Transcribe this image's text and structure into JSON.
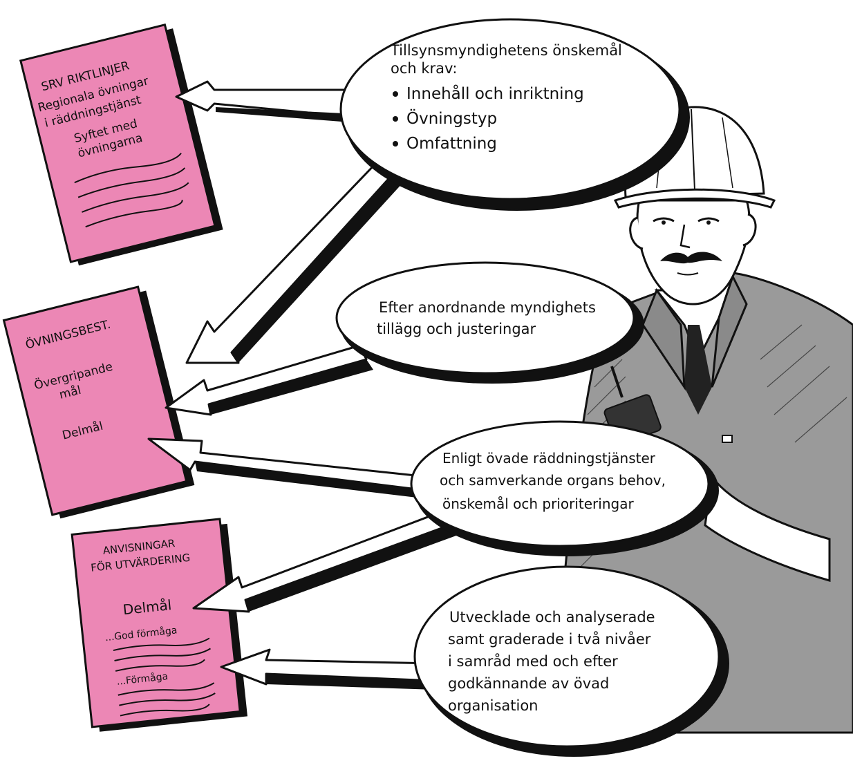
{
  "colors": {
    "doc_pink": "#ec87b5",
    "ink": "#111111",
    "coat_gray": "#9a9a9a",
    "paper": "#ffffff"
  },
  "documents": {
    "srv": {
      "title": "SRV RIKTLINJER",
      "line1": "Regionala övningar",
      "line2": "i räddningstjänst",
      "line3": "Syftet med",
      "line4": "övningarna"
    },
    "ovningsbest": {
      "title": "ÖVNINGSBEST.",
      "line1": "Övergripande",
      "line2": "mål",
      "line3": "Delmål"
    },
    "anvisningar": {
      "title1": "ANVISNINGAR",
      "title2": "FÖR UTVÄRDERING",
      "line1": "Delmål",
      "line2": "...God förmåga",
      "line3": "...Förmåga"
    }
  },
  "bubbles": {
    "b1": {
      "line1": "Tillsynsmyndighetens önskemål",
      "line2": "och krav:",
      "bullet1": "Innehåll och inriktning",
      "bullet2": "Övningstyp",
      "bullet3": "Omfattning"
    },
    "b2": {
      "line1": "Efter anordnande myndighets",
      "line2": "tillägg och justeringar"
    },
    "b3": {
      "line1": "Enligt övade räddningstjänster",
      "line2": "och samverkande organs behov,",
      "line3": "önskemål och prioriteringar"
    },
    "b4": {
      "line1": "Utvecklade och analyserade",
      "line2": "samt graderade i två nivåer",
      "line3": "i samråd med och efter",
      "line4": "godkännande av övad",
      "line5": "organisation"
    }
  },
  "icons": {
    "man": "firefighter-officer-illustration",
    "bullet": "bullet-dot-icon"
  }
}
